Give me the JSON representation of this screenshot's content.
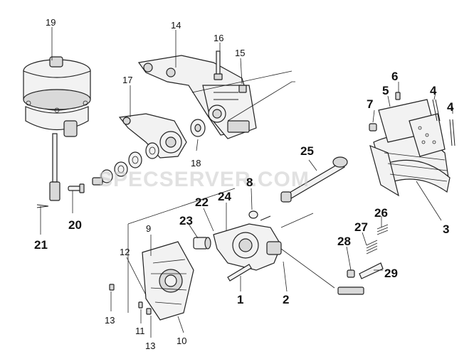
{
  "watermark": "SPECSERVER.COM",
  "callouts": [
    {
      "id": "c1",
      "text": "1"
    },
    {
      "id": "c2",
      "text": "2"
    },
    {
      "id": "c3",
      "text": "3"
    },
    {
      "id": "c4a",
      "text": "4"
    },
    {
      "id": "c4b",
      "text": "4"
    },
    {
      "id": "c5",
      "text": "5"
    },
    {
      "id": "c6",
      "text": "6"
    },
    {
      "id": "c7",
      "text": "7"
    },
    {
      "id": "c8",
      "text": "8"
    },
    {
      "id": "c9",
      "text": "9"
    },
    {
      "id": "c10",
      "text": "10"
    },
    {
      "id": "c11",
      "text": "11"
    },
    {
      "id": "c12",
      "text": "12"
    },
    {
      "id": "c13a",
      "text": "13"
    },
    {
      "id": "c13b",
      "text": "13"
    },
    {
      "id": "c14",
      "text": "14"
    },
    {
      "id": "c15",
      "text": "15"
    },
    {
      "id": "c16",
      "text": "16"
    },
    {
      "id": "c17",
      "text": "17"
    },
    {
      "id": "c18",
      "text": "18"
    },
    {
      "id": "c19",
      "text": "19"
    },
    {
      "id": "c20",
      "text": "20"
    },
    {
      "id": "c21",
      "text": "21"
    },
    {
      "id": "c22",
      "text": "22"
    },
    {
      "id": "c23",
      "text": "23"
    },
    {
      "id": "c24",
      "text": "24"
    },
    {
      "id": "c25",
      "text": "25"
    },
    {
      "id": "c26",
      "text": "26"
    },
    {
      "id": "c27",
      "text": "27"
    },
    {
      "id": "c28",
      "text": "28"
    },
    {
      "id": "c29",
      "text": "29"
    }
  ]
}
